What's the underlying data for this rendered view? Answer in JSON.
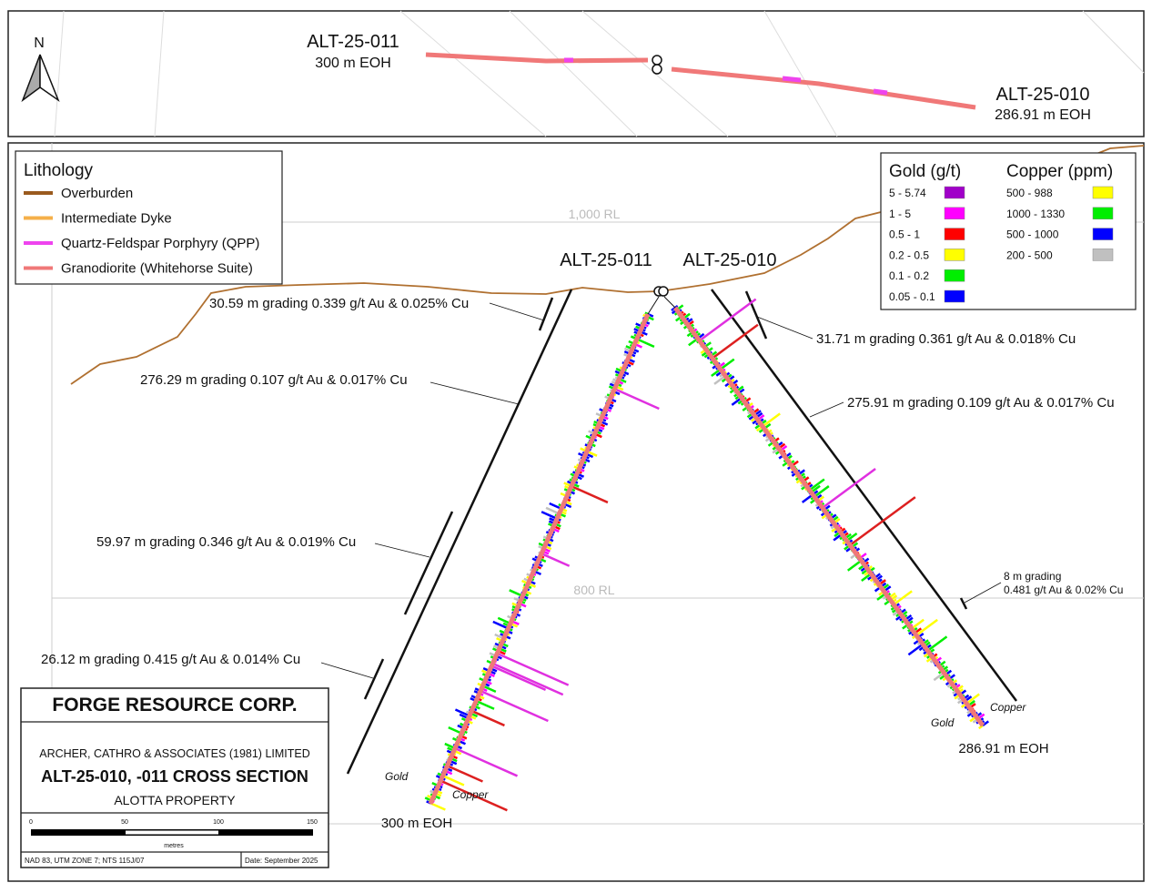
{
  "plan_view": {
    "north": "N",
    "holes": [
      {
        "name": "ALT-25-011",
        "eoh": "300 m EOH"
      },
      {
        "name": "ALT-25-010",
        "eoh": "286.91 m EOH"
      }
    ]
  },
  "section": {
    "rl_labels": [
      "1,000 RL",
      "800 RL"
    ],
    "hole_labels": [
      "ALT-25-011",
      "ALT-25-010"
    ],
    "eoh_labels": [
      "300 m EOH",
      "286.91 m EOH"
    ],
    "side_labels": {
      "gold_011": "Gold",
      "copper_011": "Copper",
      "gold_010": "Gold",
      "copper_010": "Copper"
    },
    "intercepts": [
      "30.59 m grading 0.339 g/t Au & 0.025% Cu",
      "276.29 m grading 0.107 g/t Au & 0.017% Cu",
      "59.97 m grading 0.346 g/t Au & 0.019% Cu",
      "26.12 m grading 0.415 g/t Au & 0.014% Cu",
      "31.71 m grading 0.361 g/t Au & 0.018% Cu",
      "275.91 m grading 0.109 g/t Au & 0.017% Cu",
      "8 m grading",
      "0.481 g/t Au & 0.02% Cu"
    ]
  },
  "lithology_legend": {
    "title": "Lithology",
    "items": [
      {
        "label": "Overburden",
        "color": "#9a5a1e"
      },
      {
        "label": "Intermediate Dyke",
        "color": "#f5b04a"
      },
      {
        "label": "Quartz-Feldspar Porphyry (QPP)",
        "color": "#ee44ee"
      },
      {
        "label": "Granodiorite (Whitehorse Suite)",
        "color": "#f07878"
      }
    ]
  },
  "assay_legend": {
    "gold_title": "Gold (g/t)",
    "gold": [
      {
        "label": "5 - 5.74",
        "color": "#a000c8"
      },
      {
        "label": "1 - 5",
        "color": "#ff00ff"
      },
      {
        "label": "0.5 - 1",
        "color": "#ff0000"
      },
      {
        "label": "0.2 - 0.5",
        "color": "#ffff00"
      },
      {
        "label": "0.1 - 0.2",
        "color": "#00ee00"
      },
      {
        "label": "0.05 - 0.1",
        "color": "#0000ff"
      }
    ],
    "copper_title": "Copper (ppm)",
    "copper": [
      {
        "label": "500 - 988",
        "color": "#ffff00"
      },
      {
        "label": "1000 - 1330",
        "color": "#00ee00"
      },
      {
        "label": "500 - 1000",
        "color": "#0000ff"
      },
      {
        "label": "200 - 500",
        "color": "#c0c0c0"
      }
    ]
  },
  "title_block": {
    "company": "FORGE RESOURCE CORP.",
    "consultant": "ARCHER, CATHRO & ASSOCIATES (1981) LIMITED",
    "title": "ALT-25-010, -011 CROSS SECTION",
    "property": "ALOTTA PROPERTY",
    "scale_ticks": [
      "0",
      "50",
      "100",
      "150"
    ],
    "scale_unit": "metres",
    "datum": "NAD 83, UTM ZONE 7; NTS 115J/07",
    "date": "Date: September 2025"
  }
}
